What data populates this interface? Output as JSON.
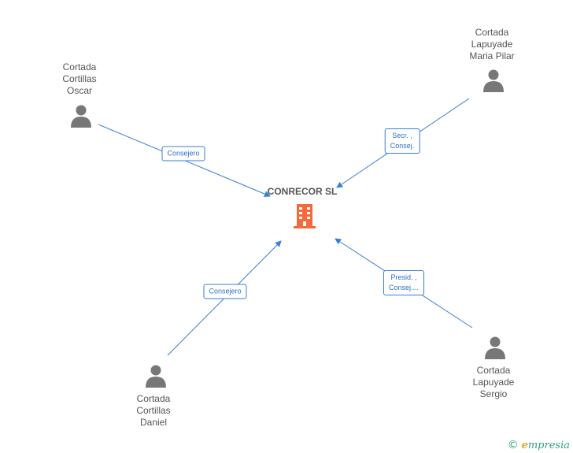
{
  "center": {
    "label": "CONRECOR SL"
  },
  "people": [
    {
      "id": "oscar",
      "name": [
        "Cortada",
        "Cortillas",
        "Oscar"
      ]
    },
    {
      "id": "maria-pilar",
      "name": [
        "Cortada",
        "Lapuyade",
        "Maria Pilar"
      ]
    },
    {
      "id": "daniel",
      "name": [
        "Cortada",
        "Cortillas",
        "Daniel"
      ]
    },
    {
      "id": "sergio",
      "name": [
        "Cortada",
        "Lapuyade",
        "Sergio"
      ]
    }
  ],
  "edges": [
    {
      "from": "oscar",
      "role": [
        "Consejero"
      ]
    },
    {
      "from": "maria-pilar",
      "role": [
        "Secr. ,",
        "Consej."
      ]
    },
    {
      "from": "daniel",
      "role": [
        "Consejero"
      ]
    },
    {
      "from": "sergio",
      "role": [
        "Presid. ,",
        "Consej...."
      ]
    }
  ],
  "colors": {
    "edge": "#3a7dd6",
    "person": "#777777",
    "building": "#f26b3a"
  },
  "brand": {
    "copyright": "©",
    "initial": "e",
    "rest": "mpresia"
  }
}
